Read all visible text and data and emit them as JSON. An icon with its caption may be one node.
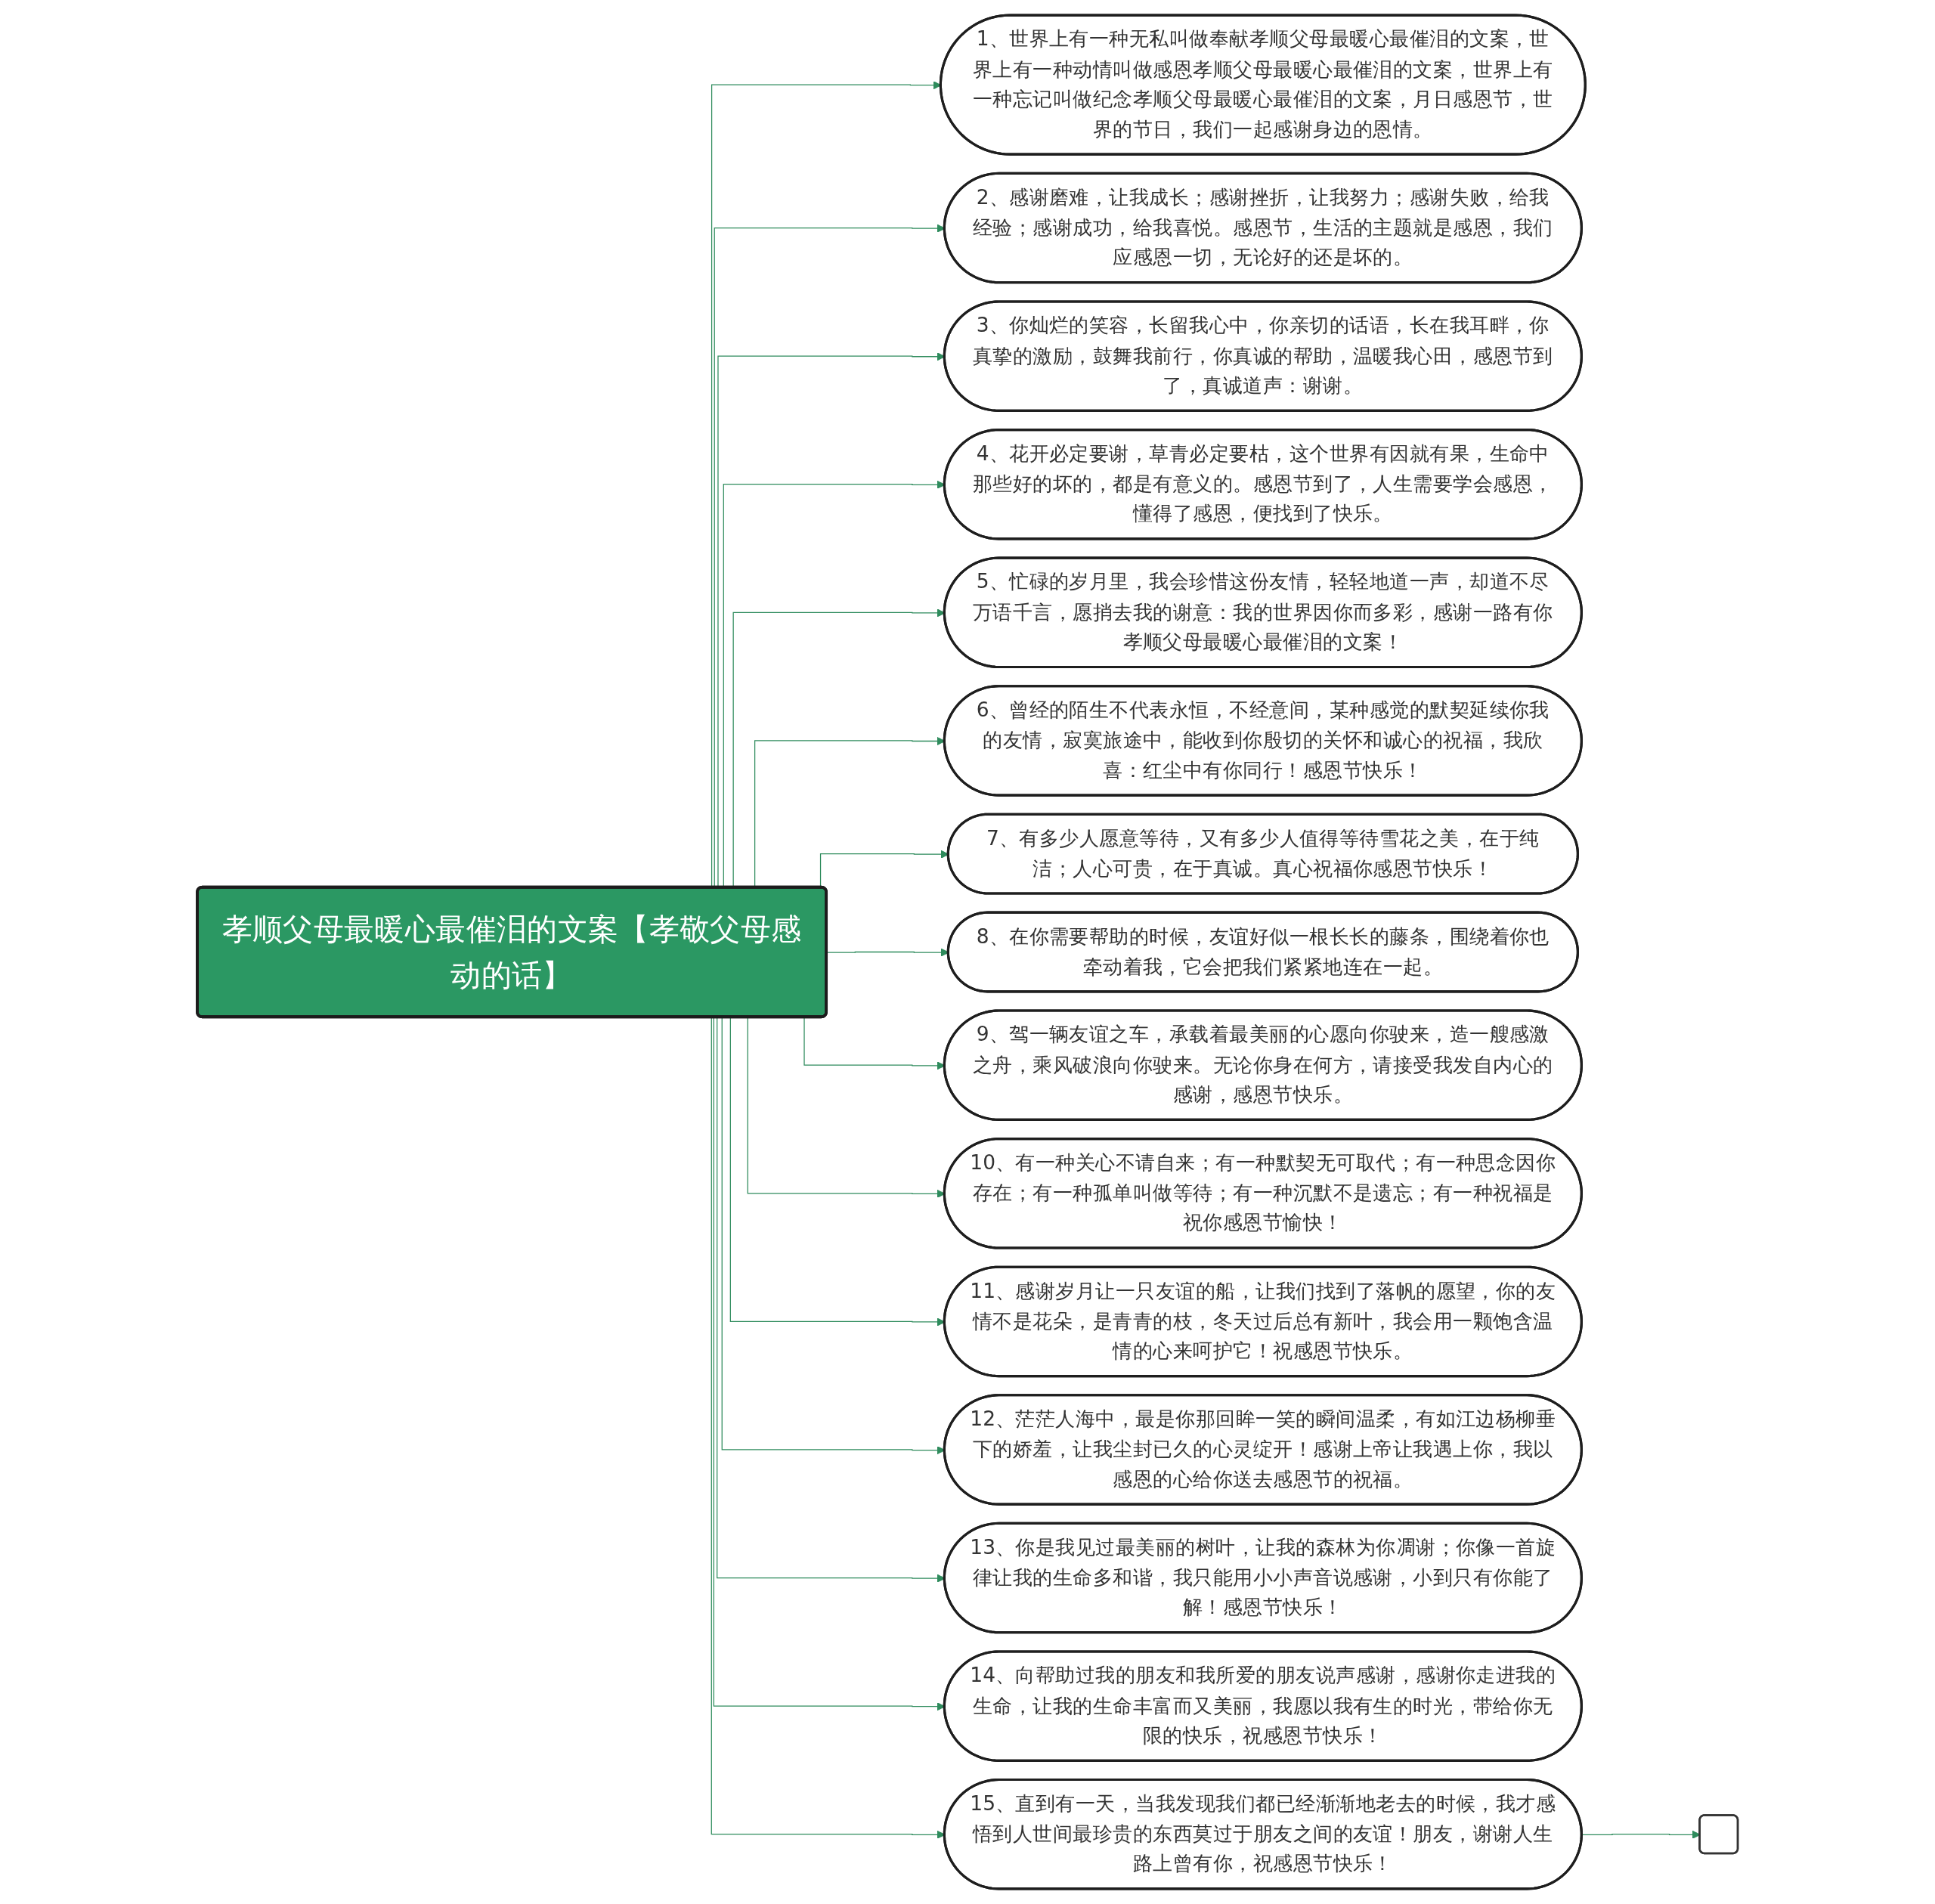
{
  "diagram": {
    "nodes": [
      {
        "text": [
          "孝顺父母最暖心最催泪的文案【孝敬父母感动的话】"
        ]
      },
      {
        "text": [
          "1、世界上有一种无私叫做奉献孝顺父母最暖心最催泪的文案，世界上有一种动情叫做感恩孝顺父母最暖心最催泪的文案，世界上有一种忘记叫做纪念孝顺父母最暖心最催泪的文案，月日感恩节，世界的节日，我们一起感谢身边的恩情。"
        ]
      },
      {
        "text": [
          "2、感谢磨难，让我成长；感谢挫折，让我努力；感谢失败，给我经验；感谢成功，给我喜悦。感恩节，生活的主题就是感恩，我们应感恩一切，无论好的还是坏的。"
        ]
      },
      {
        "text": [
          "3、你灿烂的笑容，长留我心中，你亲切的话语，长在我耳畔，你真挚的激励，鼓舞我前行，你真诚的帮助，温暖我心田，感恩节到了，真诚道声：谢谢。"
        ]
      },
      {
        "text": [
          "4、花开必定要谢，草青必定要枯，这个世界有因就有果，生命中那些好的坏的，都是有意义的。感恩节到了，人生需要学会感恩，懂得了感恩，便找到了快乐。"
        ]
      },
      {
        "text": [
          "5、忙碌的岁月里，我会珍惜这份友情，轻轻地道一声，却道不尽万语千言，愿捎去我的谢意：我的世界因你而多彩，感谢一路有你孝顺父母最暖心最催泪的文案！"
        ]
      },
      {
        "text": [
          "6、曾经的陌生不代表永恒，不经意间，某种感觉的默契延续你我的友情，寂寞旅途中，能收到你殷切的关怀和诚心的祝福，我欣喜：红尘中有你同行！感恩节快乐！"
        ]
      },
      {
        "text": [
          "7、有多少人愿意等待，又有多少人值得等待雪花之美，在于纯洁；人心可贵，在于真诚。真心祝福你感恩节快乐！"
        ]
      },
      {
        "text": [
          "8、在你需要帮助的时候，友谊好似一根长长的藤条，围绕着你也牵动着我，它会把我们紧紧地连在一起。"
        ]
      },
      {
        "text": [
          "9、驾一辆友谊之车，承载着最美丽的心愿向你驶来，造一艘感激之舟，乘风破浪向你驶来。无论你身在何方，请接受我发自内心的感谢，感恩节快乐。"
        ]
      },
      {
        "text": [
          "10、有一种关心不请自来；有一种默契无可取代；有一种思念因你存在；有一种孤单叫做等待；有一种沉默不是遗忘；有一种祝福是祝你感恩节愉快！"
        ]
      },
      {
        "text": [
          "11、感谢岁月让一只友谊的船，让我们找到了落帆的愿望，你的友情不是花朵，是青青的枝，冬天过后总有新叶，我会用一颗饱含温情的心来呵护它！祝感恩节快乐。"
        ]
      },
      {
        "text": [
          "12、茫茫人海中，最是你那回眸一笑的瞬间温柔，有如江边杨柳垂下的娇羞，让我尘封已久的心灵绽开！感谢上帝让我遇上你，我以感恩的心给你送去感恩节的祝福。"
        ]
      },
      {
        "text": [
          "13、你是我见过最美丽的树叶，让我的森林为你凋谢；你像一首旋律让我的生命多和谐，我只能用小小声音说感谢，小到只有你能了解！感恩节快乐！"
        ]
      },
      {
        "text": [
          "14、向帮助过我的朋友和我所爱的朋友说声感谢，感谢你走进我的生命，让我的生命丰富而又美丽，我愿以我有生的时光，带给你无限的快乐，祝感恩节快乐！"
        ]
      },
      {
        "text": [
          "15、直到有一天，当我发现我们都已经渐渐地老去的时候，我才感悟到人世间最珍贵的东西莫过于朋友之间的友谊！朋友，谢谢人生路上曾有你，祝感恩节快乐！"
        ]
      },
      {
        "text": [],
        "shape": "box"
      }
    ],
    "edges": [
      {
        "from": 0,
        "to": 1,
        "arrow": "to"
      },
      {
        "from": 0,
        "to": 2,
        "arrow": "to"
      },
      {
        "from": 0,
        "to": 3,
        "arrow": "to"
      },
      {
        "from": 0,
        "to": 4,
        "arrow": "to"
      },
      {
        "from": 0,
        "to": 5,
        "arrow": "to"
      },
      {
        "from": 0,
        "to": 6,
        "arrow": "to"
      },
      {
        "from": 0,
        "to": 7,
        "arrow": "to"
      },
      {
        "from": 0,
        "to": 8,
        "arrow": "to"
      },
      {
        "from": 0,
        "to": 9,
        "arrow": "to"
      },
      {
        "from": 0,
        "to": 10,
        "arrow": "to"
      },
      {
        "from": 0,
        "to": 11,
        "arrow": "to"
      },
      {
        "from": 0,
        "to": 12,
        "arrow": "to"
      },
      {
        "from": 0,
        "to": 13,
        "arrow": "to"
      },
      {
        "from": 0,
        "to": 14,
        "arrow": "to"
      },
      {
        "from": 0,
        "to": 15,
        "arrow": "to"
      },
      {
        "from": 15,
        "to": 16,
        "arrow": "to"
      }
    ]
  }
}
